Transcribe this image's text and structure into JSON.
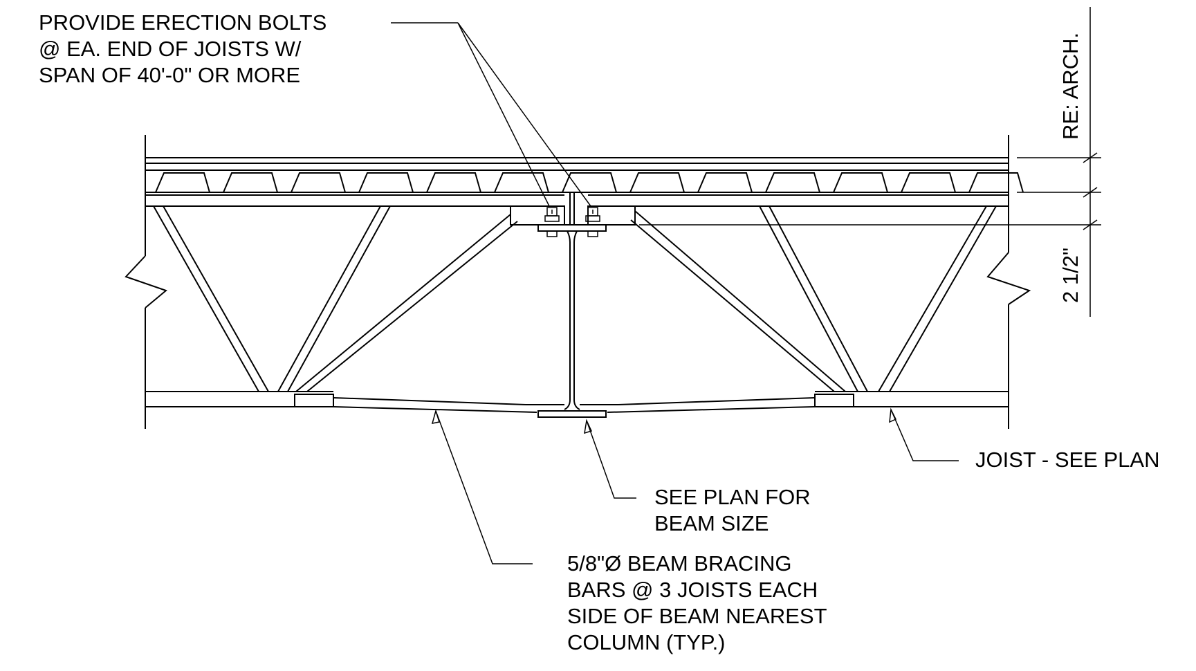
{
  "notes": {
    "erection_bolts": [
      "PROVIDE ERECTION BOLTS",
      "@ EA. END OF JOISTS W/",
      "SPAN OF 40'-0\" OR MORE"
    ],
    "joist": "JOIST - SEE PLAN",
    "beam_size": [
      "SEE PLAN FOR",
      "BEAM SIZE"
    ],
    "bracing_bars": [
      "5/8\"Ø BEAM BRACING",
      "BARS @ 3 JOISTS EACH",
      "SIDE OF BEAM NEAREST",
      "COLUMN (TYP.)"
    ]
  },
  "dimensions": {
    "top": "RE: ARCH.",
    "bearing": "2 1/2\""
  }
}
